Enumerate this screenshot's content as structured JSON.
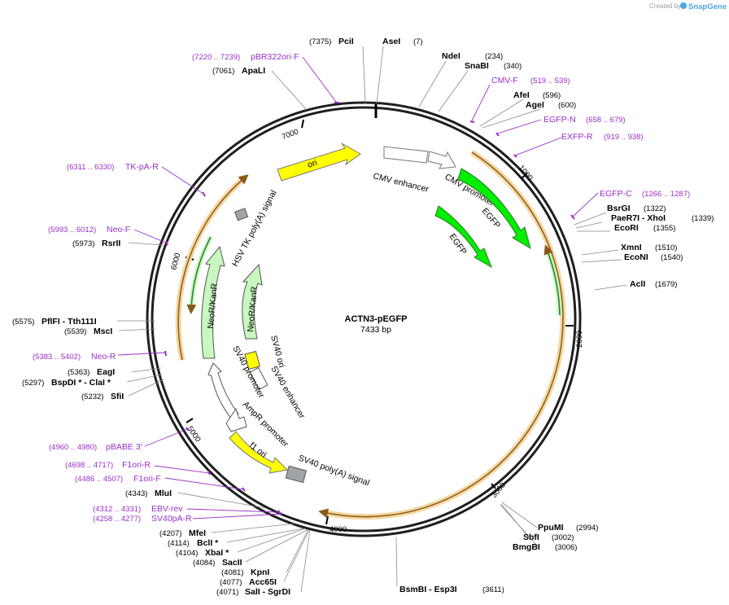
{
  "map": {
    "name": "ACTN3-pEGFP",
    "length_label": "7433 bp",
    "total_bp": 7433
  },
  "branding": {
    "created_by": "Created by",
    "product": "SnapGene",
    "icon": "snapgene-logo-icon"
  },
  "colors": {
    "backbone": "#1f1f1f",
    "primer": "#9a2fc7",
    "ori": "#ffff00",
    "egfp": "#00ee00",
    "neor": "#c8f7c0",
    "grey_feature": "#a0a4a8",
    "orf": "#f0c070",
    "orf_arrow": "#8a5a1a"
  },
  "ticks": [
    {
      "pos": 1000,
      "label": "1000"
    },
    {
      "pos": 2000,
      "label": "2000"
    },
    {
      "pos": 3000,
      "label": "3000"
    },
    {
      "pos": 4000,
      "label": "4000"
    },
    {
      "pos": 5000,
      "label": "5000"
    },
    {
      "pos": 6000,
      "label": "6000"
    },
    {
      "pos": 7000,
      "label": "7000"
    }
  ],
  "restriction_sites": [
    {
      "name": "PciI",
      "pos": "(7375)"
    },
    {
      "name": "AseI",
      "pos": "(7)"
    },
    {
      "name": "NdeI",
      "pos": "(234)"
    },
    {
      "name": "SnaBI",
      "pos": "(340)"
    },
    {
      "name": "AfeI",
      "pos": "(596)"
    },
    {
      "name": "AgeI",
      "pos": "(600)"
    },
    {
      "name": "BsrGI",
      "pos": "(1322)"
    },
    {
      "name": "PaeR7I  -  XhoI",
      "pos": "(1339)"
    },
    {
      "name": "EcoRI",
      "pos": "(1355)"
    },
    {
      "name": "XmnI",
      "pos": "(1510)"
    },
    {
      "name": "EcoNI",
      "pos": "(1540)"
    },
    {
      "name": "AclI",
      "pos": "(1679)"
    },
    {
      "name": "PpuMI",
      "pos": "(2994)"
    },
    {
      "name": "SbfI",
      "pos": "(3002)"
    },
    {
      "name": "BmgBI",
      "pos": "(3006)"
    },
    {
      "name": "BsmBI  -  Esp3I",
      "pos": "(3611)"
    },
    {
      "name": "SalI  -  SgrDI",
      "pos": "(4071)"
    },
    {
      "name": "Acc65I",
      "pos": "(4077)"
    },
    {
      "name": "KpnI",
      "pos": "(4081)"
    },
    {
      "name": "SacII",
      "pos": "(4084)"
    },
    {
      "name": "XbaI *",
      "pos": "(4104)"
    },
    {
      "name": "BclI *",
      "pos": "(4114)"
    },
    {
      "name": "MfeI",
      "pos": "(4207)"
    },
    {
      "name": "MluI",
      "pos": "(4343)"
    },
    {
      "name": "SfiI",
      "pos": "(5232)"
    },
    {
      "name": "BspDI *  -  ClaI *",
      "pos": "(5297)"
    },
    {
      "name": "EagI",
      "pos": "(5363)"
    },
    {
      "name": "MscI",
      "pos": "(5539)"
    },
    {
      "name": "PflFI  -  Tth111I",
      "pos": "(5575)"
    },
    {
      "name": "RsrII",
      "pos": "(5973)"
    },
    {
      "name": "ApaLI",
      "pos": "(7061)"
    }
  ],
  "primers": [
    {
      "name": "pBR322ori-F",
      "pos": "(7220 .. 7239)"
    },
    {
      "name": "CMV-F",
      "pos": "(519 .. 539)"
    },
    {
      "name": "EGFP-N",
      "pos": "(658 .. 679)"
    },
    {
      "name": "EXFP-R",
      "pos": "(919 .. 938)"
    },
    {
      "name": "EGFP-C",
      "pos": "(1266 .. 1287)"
    },
    {
      "name": "TK-pA-R",
      "pos": "(6311 .. 6330)"
    },
    {
      "name": "Neo-F",
      "pos": "(5993 .. 6012)"
    },
    {
      "name": "Neo-R",
      "pos": "(5383 .. 5402)"
    },
    {
      "name": "pBABE 3'",
      "pos": "(4960 .. 4980)"
    },
    {
      "name": "F1ori-R",
      "pos": "(4698 .. 4717)"
    },
    {
      "name": "F1ori-F",
      "pos": "(4486 .. 4507)"
    },
    {
      "name": "EBV-rev",
      "pos": "(4312 .. 4331)"
    },
    {
      "name": "SV40pA-R",
      "pos": "(4258 .. 4277)"
    }
  ],
  "features": [
    {
      "name": "ori",
      "color": "#ffff00"
    },
    {
      "name": "CMV enhancer",
      "color": "#ffffff"
    },
    {
      "name": "CMV promoter",
      "color": "#ffffff"
    },
    {
      "name": "EGFP",
      "color": "#00ee00"
    },
    {
      "name": "EGFP",
      "color": "#00ee00"
    },
    {
      "name": "HSV TK poly(A) signal",
      "color": "#a0a4a8"
    },
    {
      "name": "NeoR/KanR",
      "color": "#c8f7c0"
    },
    {
      "name": "NeoR/KanR",
      "color": "#c8f7c0"
    },
    {
      "name": "SV40 ori",
      "color": "#ffff00"
    },
    {
      "name": "SV40 enhancer",
      "color": "#ffffff"
    },
    {
      "name": "SV40 promoter",
      "color": "#ffffff"
    },
    {
      "name": "AmpR promoter",
      "color": "#ffffff"
    },
    {
      "name": "f1 ori",
      "color": "#ffff00"
    },
    {
      "name": "SV40 poly(A) signal",
      "color": "#a0a4a8"
    }
  ]
}
